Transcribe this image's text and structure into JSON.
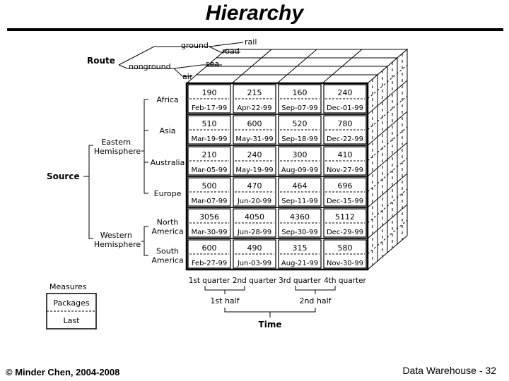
{
  "title": "Hierarchy",
  "route": {
    "label": "Route",
    "ground": "ground",
    "rail": "rail",
    "road": "road",
    "nonground": "nonground",
    "sea": "sea",
    "air": "air"
  },
  "source": {
    "label": "Source",
    "eastern": [
      "Eastern",
      "Hemisphere"
    ],
    "western": [
      "Western",
      "Hemisphere"
    ],
    "regions": [
      {
        "id": "africa",
        "lines": [
          "Africa"
        ]
      },
      {
        "id": "asia",
        "lines": [
          "Asia"
        ]
      },
      {
        "id": "australia",
        "lines": [
          "Australia"
        ]
      },
      {
        "id": "europe",
        "lines": [
          "Europe"
        ]
      },
      {
        "id": "north-america",
        "lines": [
          "North",
          "America"
        ]
      },
      {
        "id": "south-america",
        "lines": [
          "South",
          "America"
        ]
      }
    ]
  },
  "cube": {
    "rows": [
      {
        "packages": [
          "190",
          "215",
          "160",
          "240"
        ],
        "last": [
          "Feb-17-99",
          "Apr-22-99",
          "Sep-07-99",
          "Dec-01-99"
        ]
      },
      {
        "packages": [
          "510",
          "600",
          "520",
          "780"
        ],
        "last": [
          "Mar-19-99",
          "May-31-99",
          "Sep-18-99",
          "Dec-22-99"
        ]
      },
      {
        "packages": [
          "210",
          "240",
          "300",
          "410"
        ],
        "last": [
          "Mar-05-99",
          "May-19-99",
          "Aug-09-99",
          "Nov-27-99"
        ]
      },
      {
        "packages": [
          "500",
          "470",
          "464",
          "696"
        ],
        "last": [
          "Mar-07-99",
          "Jun-20-99",
          "Sep-11-99",
          "Dec-15-99"
        ]
      },
      {
        "packages": [
          "3056",
          "4050",
          "4360",
          "5112"
        ],
        "last": [
          "Mar-30-99",
          "Jun-28-99",
          "Sep-30-99",
          "Dec-29-99"
        ]
      },
      {
        "packages": [
          "600",
          "490",
          "315",
          "580"
        ],
        "last": [
          "Feb-27-99",
          "Jun-03-99",
          "Aug-21-99",
          "Nov-30-99"
        ]
      }
    ]
  },
  "time": {
    "label": "Time",
    "quarters": [
      "1st quarter",
      "2nd quarter",
      "3rd quarter",
      "4th quarter"
    ],
    "halves": [
      "1st half",
      "2nd half"
    ]
  },
  "measures": {
    "label": "Measures",
    "items": [
      "Packages",
      "Last"
    ]
  },
  "footer": {
    "left": "© Minder Chen, 2004-2008",
    "right": "Data Warehouse - 32"
  }
}
